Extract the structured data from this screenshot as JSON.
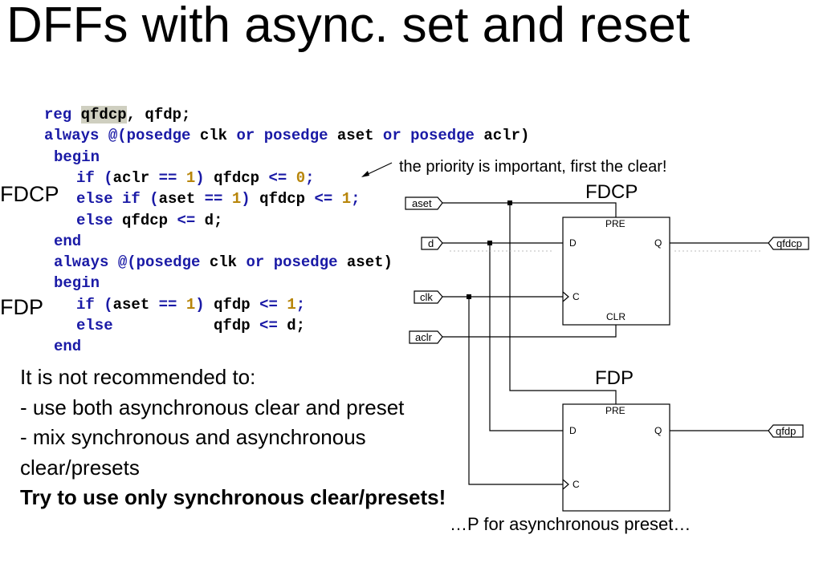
{
  "title": "DFFs with async. set and reset",
  "code": {
    "l1": {
      "a": "reg ",
      "b": "qfdcp",
      ",": ",",
      "c": " qfdp;"
    },
    "l2": {
      "a": "always ",
      "b": "@(posedge ",
      "c": "clk ",
      "d": "or ",
      "e": "posedge ",
      "f": "aset ",
      "g": "or ",
      "h": "posedge ",
      "i": "aclr)"
    },
    "l3": "begin",
    "l4": {
      "a": "if ",
      "b": "(",
      "c": "aclr ",
      "d": "== ",
      "e": "1",
      ")": ")",
      "f": " qfdcp ",
      "g": "<= ",
      "h": "0",
      ";": ";"
    },
    "l5": {
      "a": "else if ",
      "b": "(",
      "c": "aset ",
      "d": "== ",
      "e": "1",
      ")": ")",
      "f": " qfdcp ",
      "g": "<= ",
      "h": "1",
      ";": ";"
    },
    "l6": {
      "a": "else ",
      "b": "qfdcp ",
      "c": "<= ",
      "d": "d;"
    },
    "l7": "end",
    "l8": {
      "a": "always ",
      "b": "@(posedge ",
      "c": "clk ",
      "d": "or ",
      "e": "posedge ",
      "f": "aset)"
    },
    "l9": "begin",
    "l10": {
      "a": "if ",
      "b": "(",
      "c": "aset ",
      "d": "== ",
      "e": "1",
      ")": ")",
      "f": " qfdp ",
      "g": "<= ",
      "h": "1",
      ";": ";"
    },
    "l11": {
      "a": "else           ",
      "b": "qfdp ",
      "c": "<= ",
      "d": "d;"
    },
    "l12": "end"
  },
  "labels": {
    "fdcp_side": "FDCP",
    "fdp_side": "FDP"
  },
  "note": "the priority is important, first the clear!",
  "paragraph": {
    "p1": "It is not recommended to:",
    "p2": " - use both asynchronous clear and preset",
    "p3": "- mix synchronous and asynchronous clear/presets",
    "p4": "Try to use only synchronous clear/presets!"
  },
  "caption": "…P for asynchronous preset…",
  "diagram": {
    "fdcp_title": "FDCP",
    "fdp_title": "FDP",
    "in_aset": "aset",
    "in_d": "d",
    "in_clk": "clk",
    "in_aclr": "aclr",
    "out_qfdcp": "qfdcp",
    "out_qfdp": "qfdp",
    "pin_pre": "PRE",
    "pin_d": "D",
    "pin_q": "Q",
    "pin_c": "C",
    "pin_clr": "CLR"
  }
}
